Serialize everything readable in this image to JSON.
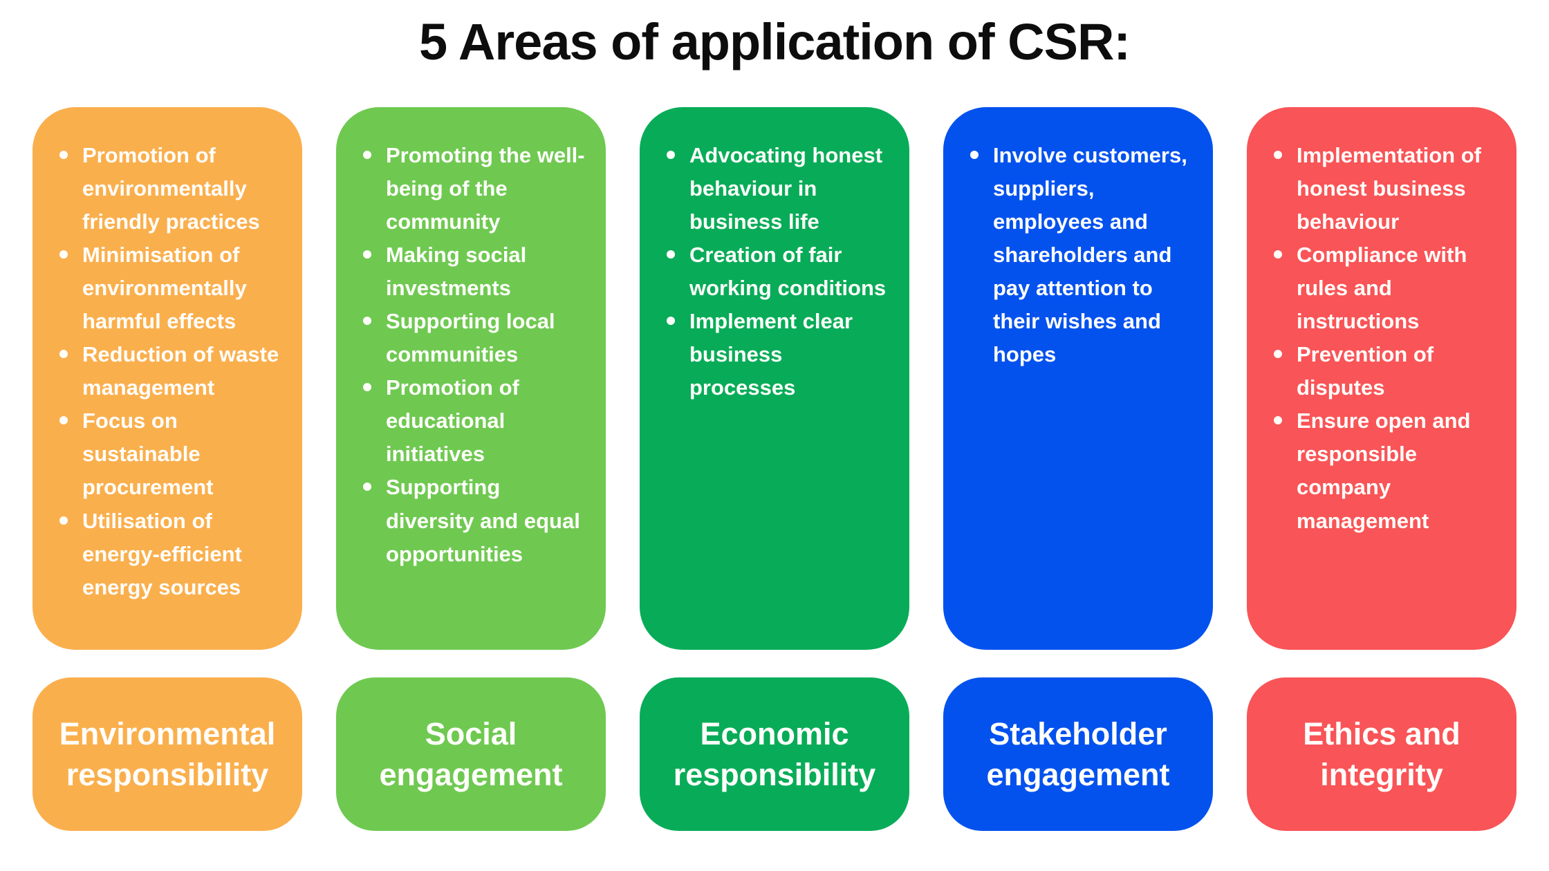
{
  "title": "5 Areas of application of CSR:",
  "columns": [
    {
      "id": "environmental-responsibility",
      "color": "#FAAF4D",
      "label": "Environmental responsibility",
      "bullets": [
        "Promotion of environmentally friendly practices",
        "Minimisation of environmentally harmful effects",
        "Reduction of waste management",
        "Focus on sustainable procurement",
        "Utilisation of energy-efficient energy sources"
      ]
    },
    {
      "id": "social-engagement",
      "color": "#6FC951",
      "label": "Social engagement",
      "bullets": [
        "Promoting the well-being of the community",
        "Making social investments",
        "Supporting local communities",
        "Promotion of educational initiatives",
        "Supporting diversity and equal opportunities"
      ]
    },
    {
      "id": "economic-responsibility",
      "color": "#08AC58",
      "label": "Economic responsibility",
      "bullets": [
        "Advocating honest behaviour in business life",
        "Creation of fair working conditions",
        "Implement clear business processes"
      ]
    },
    {
      "id": "stakeholder-engagement",
      "color": "#0452EE",
      "label": "Stakeholder engagement",
      "bullets": [
        "Involve customers, suppliers, employees and shareholders and pay attention to their wishes and hopes"
      ]
    },
    {
      "id": "ethics-and-integrity",
      "color": "#F95457",
      "label": "Ethics and integrity",
      "bullets": [
        "Implementation of honest business behaviour",
        "Compliance with rules and instructions",
        "Prevention of disputes",
        "Ensure open and responsible company management"
      ]
    }
  ]
}
